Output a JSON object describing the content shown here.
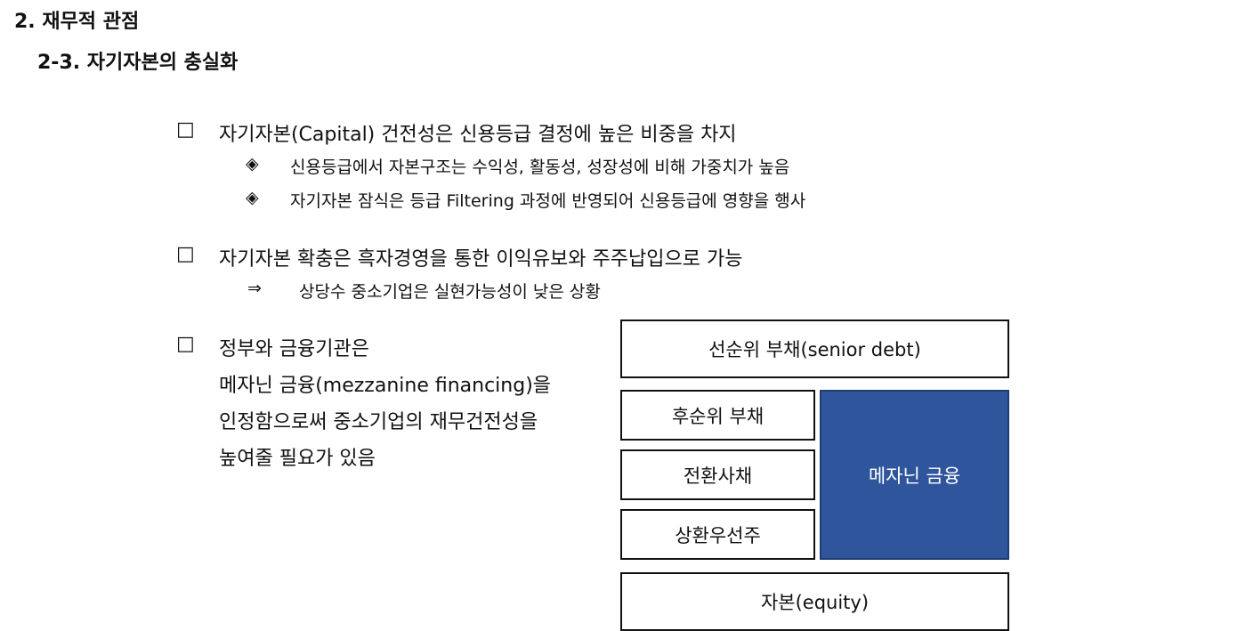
{
  "section": {
    "heading": "2. 재무적 관점",
    "subheading": "2-3.  자기자본의 충실화"
  },
  "symbols": {
    "square": "□",
    "diamond": "◈",
    "arrow": "⇒"
  },
  "bullets": [
    {
      "text": "자기자본(Capital) 건전성은 신용등급 결정에 높은 비중을 차지",
      "subs": [
        "신용등급에서 자본구조는 수익성, 활동성, 성장성에 비해 가중치가 높음",
        "자기자본 잠식은 등급 Filtering 과정에 반영되어 신용등급에 영향을 행사"
      ]
    },
    {
      "text": "자기자본 확충은 흑자경영을 통한 이익유보와 주주납입으로 가능",
      "subs": [
        "상당수 중소기업은 실현가능성이 낮은 상황"
      ]
    },
    {
      "lines": [
        "정부와 금융기관은",
        "메자닌 금융(mezzanine financing)을",
        "인정함으로써 중소기업의 재무건전성을",
        "높여줄 필요가 있음"
      ]
    }
  ],
  "diagram": {
    "senior_debt": "선순위 부채(senior debt)",
    "subordinated_debt": "후순위 부채",
    "convertible_bond": "전환사채",
    "redeemable_preferred": "상환우선주",
    "mezzanine": "메자닌 금융",
    "equity": "자본(equity)",
    "mezzanine_color": "#2f569c"
  }
}
